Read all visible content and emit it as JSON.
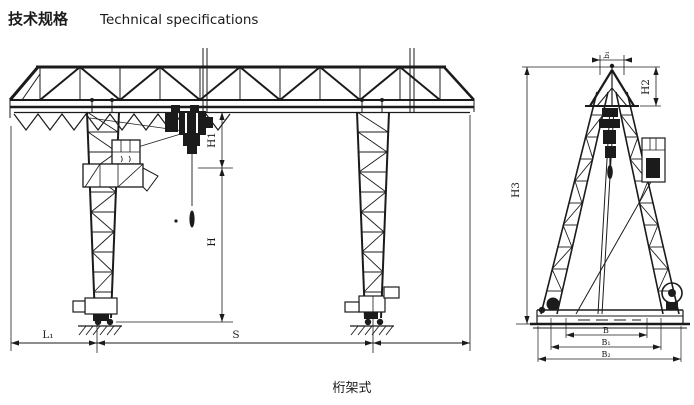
{
  "title": {
    "zh": "技术规格",
    "en": "Technical specifications"
  },
  "caption": "桁架式",
  "front_view": {
    "dims": {
      "h1": "H1",
      "h": "H",
      "l1": "L₁",
      "s": "S"
    }
  },
  "side_view": {
    "dims": {
      "top_width": "b₁",
      "h2": "H2",
      "h3": "H3",
      "base_b": "B",
      "base_b1": "B₁",
      "base_b2": "B₂"
    }
  },
  "colors": {
    "ink": "#1b1b1b",
    "background": "#ffffff"
  }
}
